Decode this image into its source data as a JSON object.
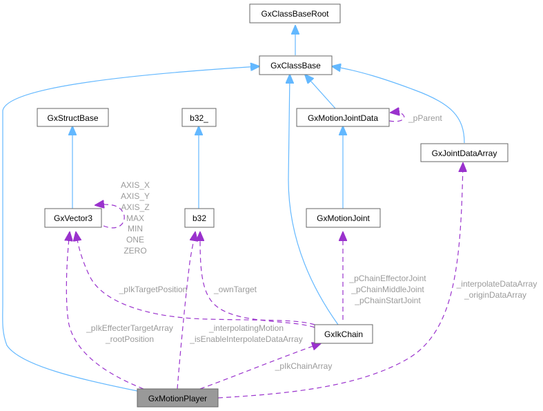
{
  "diagram": {
    "title": "GxMotionPlayer collaboration graph",
    "colors": {
      "inheritance_edge": "#63b8ff",
      "usage_edge": "#9a32cd",
      "edge_label": "#9a9a9a",
      "focus_node_fill": "#999999",
      "node_fill": "#ffffff",
      "node_border": "#666666"
    },
    "nodes": {
      "root": "GxClassBaseRoot",
      "classbase": "GxClassBase",
      "structbase": "GxStructBase",
      "b32u": "b32_",
      "mjd": "GxMotionJointData",
      "jda": "GxJointDataArray",
      "vec3": "GxVector3",
      "b32": "b32",
      "mj": "GxMotionJoint",
      "ikchain": "GxIkChain",
      "player": "GxMotionPlayer"
    },
    "labels": {
      "vec3_self": [
        "AXIS_X",
        "AXIS_Y",
        "AXIS_Z",
        "MAX",
        "MIN",
        "ONE",
        "ZERO"
      ],
      "mjd_self": "_pParent",
      "ik_to_vec3": "_pIkTargetPosition",
      "ik_to_b32": "_ownTarget",
      "mj_to_ik": [
        "_pChainEffectorJoint",
        "_pChainMiddleJoint",
        "_pChainStartJoint"
      ],
      "jda_to_player": [
        "_interpolateDataArray",
        "_originDataArray"
      ],
      "vec3_to_player": [
        "_pIkEffecterTargetArray",
        "_rootPosition"
      ],
      "b32_to_player": [
        "_interpolatingMotion",
        "_isEnableInterpolateDataArray"
      ],
      "ik_to_player": "_pIkChainArray"
    }
  }
}
